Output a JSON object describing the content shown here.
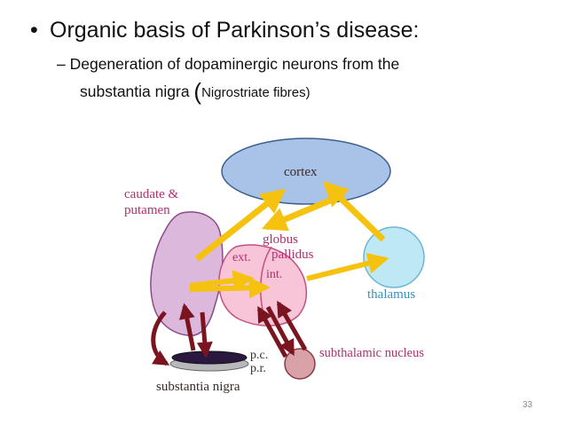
{
  "slide": {
    "bullet_symbol": "•",
    "title": "Organic basis of Parkinson’s disease:",
    "sub_line1": "– Degeneration of dopaminergic neurons from the",
    "sub_line2_pre": "substantia nigra ",
    "sub_line2_paren": "(",
    "sub_line2_post": "Nigrostriate fibres)",
    "page_number": "33"
  },
  "diagram": {
    "labels": {
      "cortex": "cortex",
      "caudate_line1": "caudate &",
      "caudate_line2": "putamen",
      "globus": "globus",
      "pallidus": "pallidus",
      "ext": "ext.",
      "int": "int.",
      "thalamus": "thalamus",
      "subthalamic": "subthalamic nucleus",
      "pc": "p.c.",
      "pr": "p.r.",
      "substantia_nigra": "substantia nigra"
    },
    "colors": {
      "cortex_fill": "#a9c3e8",
      "thalamus_fill": "#bfe8f5",
      "caudate_fill": "#dcb8dc",
      "pallidus_fill": "#f7c4d8",
      "stn_fill": "#d8a2a8",
      "nigra_pc": "#2a1840",
      "nigra_pr": "#b8b8bc",
      "arrow_excitatory": "#f5c20f",
      "arrow_inhibitory": "#7a1520",
      "label_pink": "#b0306e",
      "label_blue": "#3a8fb8",
      "label_dark": "#3a2a2a"
    }
  }
}
